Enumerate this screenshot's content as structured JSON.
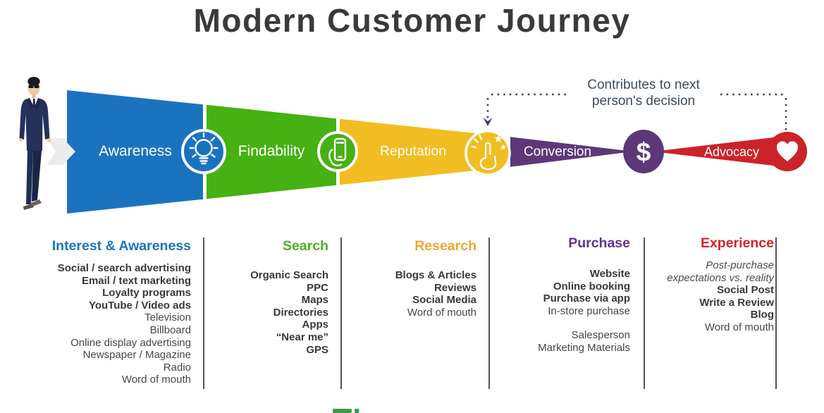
{
  "title": "Modern Customer Journey",
  "annotation": {
    "line1": "Contributes to next",
    "line2": "person's decision"
  },
  "funnel": {
    "stages": [
      {
        "label": "Awareness",
        "color": "#1b73c0",
        "icon": "lightbulb"
      },
      {
        "label": "Findability",
        "color": "#45b112",
        "icon": "phone-in-hand"
      },
      {
        "label": "Reputation",
        "color": "#f2bd22",
        "icon": "click-with-stars"
      },
      {
        "label": "Conversion",
        "color": "#5e3778",
        "icon": "dollar-sign",
        "icon_glyph": "$"
      },
      {
        "label": "Advocacy",
        "color": "#cc2329",
        "icon": "heart"
      }
    ]
  },
  "columns": [
    {
      "header": "Interest & Awareness",
      "header_color": "#1b75bc",
      "items": [
        {
          "text": "Social / search advertising",
          "style": "bold"
        },
        {
          "text": "Email / text marketing",
          "style": "bold"
        },
        {
          "text": "Loyalty programs",
          "style": "bold"
        },
        {
          "text": "YouTube / Video ads",
          "style": "bold"
        },
        {
          "text": "Television",
          "style": "regular"
        },
        {
          "text": "Billboard",
          "style": "regular"
        },
        {
          "text": "Online display advertising",
          "style": "regular"
        },
        {
          "text": "Newspaper / Magazine",
          "style": "regular"
        },
        {
          "text": "Radio",
          "style": "regular"
        },
        {
          "text": "Word of mouth",
          "style": "regular"
        }
      ]
    },
    {
      "header": "Search",
      "header_color": "#4cb122",
      "items": [
        {
          "text": "Organic Search",
          "style": "bold"
        },
        {
          "text": "PPC",
          "style": "bold"
        },
        {
          "text": "Maps",
          "style": "bold"
        },
        {
          "text": "Directories",
          "style": "bold"
        },
        {
          "text": "Apps",
          "style": "bold"
        },
        {
          "text": "“Near me”",
          "style": "bold"
        },
        {
          "text": "GPS",
          "style": "bold"
        }
      ]
    },
    {
      "header": "Research",
      "header_color": "#eba82f",
      "items": [
        {
          "text": "Blogs & Articles",
          "style": "bold"
        },
        {
          "text": "Reviews",
          "style": "bold"
        },
        {
          "text": "Social Media",
          "style": "bold"
        },
        {
          "text": "Word of mouth",
          "style": "regular"
        }
      ]
    },
    {
      "header": "Purchase",
      "header_color": "#663090",
      "items": [
        {
          "text": "Website",
          "style": "bold"
        },
        {
          "text": "Online booking",
          "style": "bold"
        },
        {
          "text": "Purchase via app",
          "style": "bold"
        },
        {
          "text": "In-store purchase",
          "style": "regular"
        },
        {
          "text": "",
          "style": "spacer"
        },
        {
          "text": "Salesperson",
          "style": "regular"
        },
        {
          "text": "Marketing Materials",
          "style": "regular"
        }
      ]
    },
    {
      "header": "Experience",
      "header_color": "#d2232a",
      "items": [
        {
          "text": "Post-purchase",
          "style": "italic"
        },
        {
          "text": "expectations vs. reality",
          "style": "italic"
        },
        {
          "text": "Social Post",
          "style": "bold"
        },
        {
          "text": "Write a Review",
          "style": "bold"
        },
        {
          "text": "Blog",
          "style": "bold"
        },
        {
          "text": "Word of mouth",
          "style": "regular"
        }
      ]
    }
  ]
}
